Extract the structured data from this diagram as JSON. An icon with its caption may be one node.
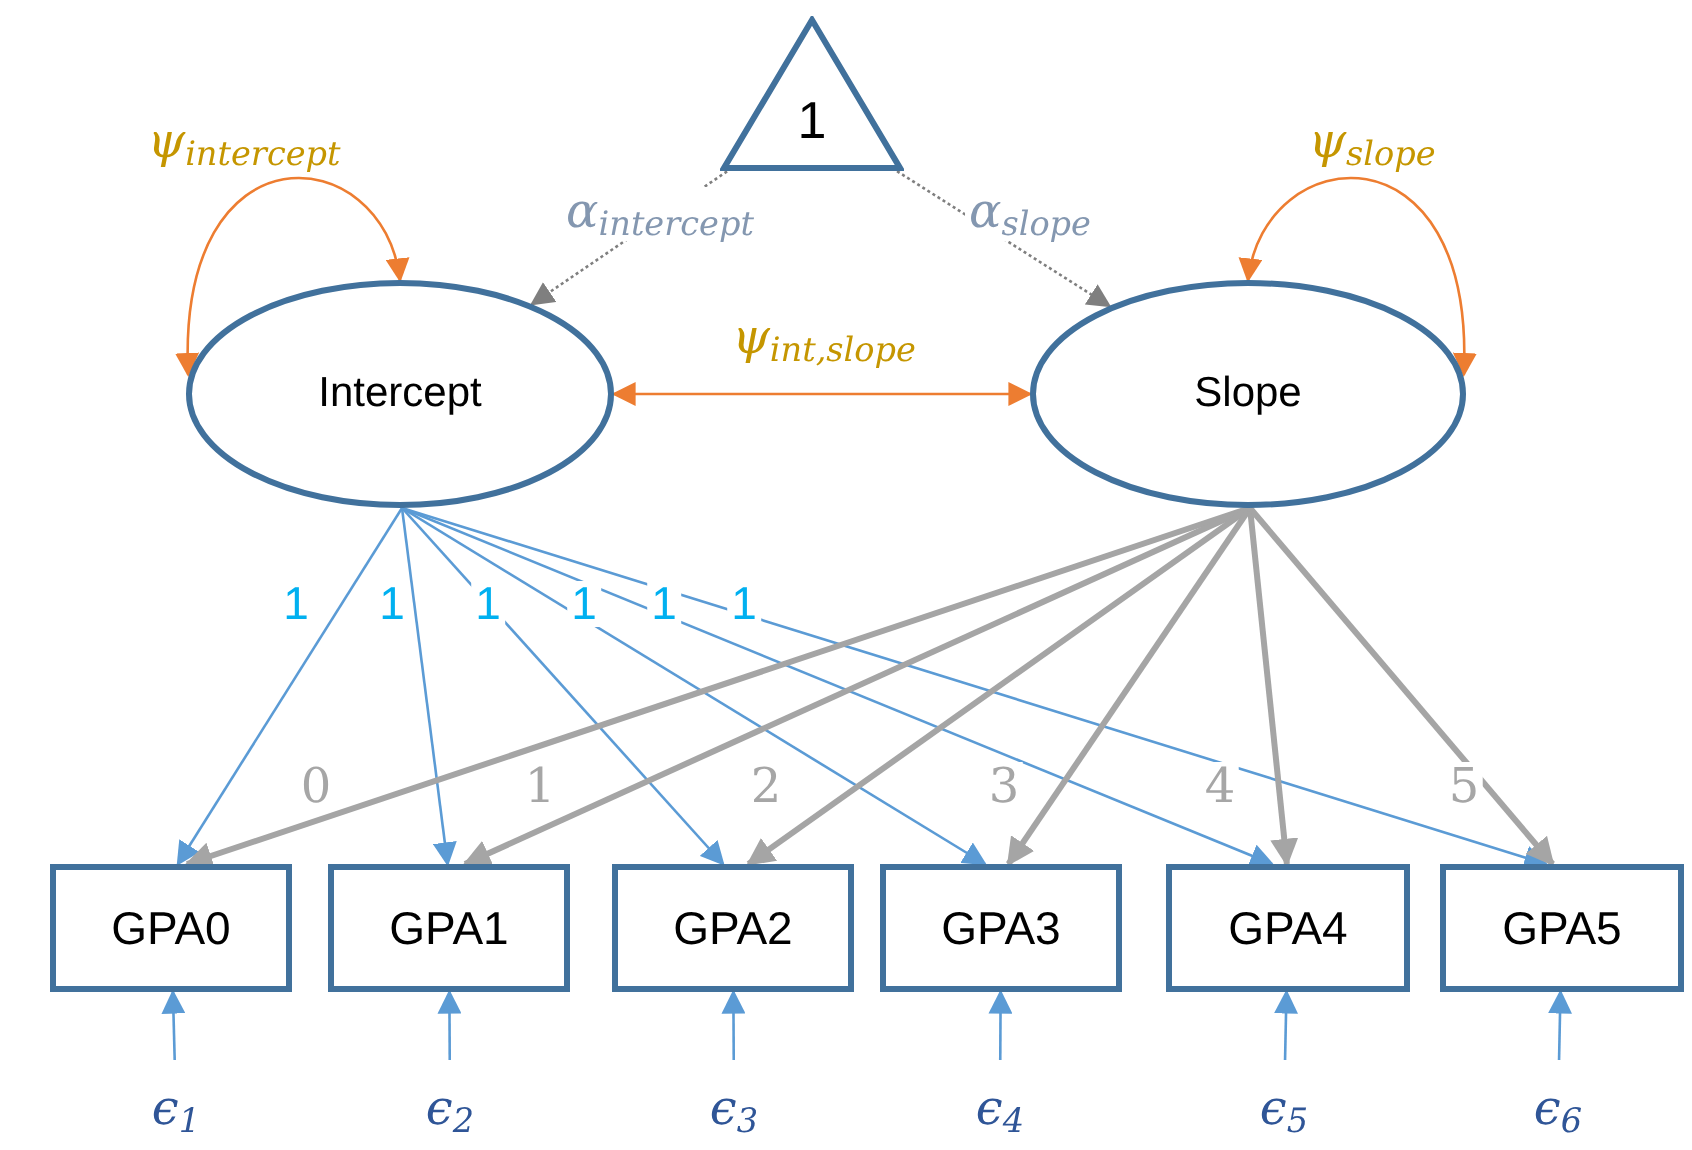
{
  "diagram": {
    "nodes": [
      {
        "text": [
          "1"
        ]
      },
      {
        "text": [
          "Intercept"
        ]
      },
      {
        "text": [
          "Slope"
        ]
      },
      {
        "text": [
          "GPA0"
        ]
      },
      {
        "text": [
          "GPA1"
        ]
      },
      {
        "text": [
          "GPA2"
        ]
      },
      {
        "text": [
          "GPA3"
        ]
      },
      {
        "text": [
          "GPA4"
        ]
      },
      {
        "text": [
          "GPA5"
        ]
      },
      {
        "text": [
          "ϵ$_{1}$"
        ]
      },
      {
        "text": [
          "ϵ$_{2}$"
        ]
      },
      {
        "text": [
          "ϵ$_{3}$"
        ]
      },
      {
        "text": [
          "ϵ$_{4}$"
        ]
      },
      {
        "text": [
          "ϵ$_{5}$"
        ]
      },
      {
        "text": [
          "ϵ$_{6}$"
        ]
      }
    ],
    "edges": [
      {
        "from": 0,
        "to": 1,
        "arrow": "to",
        "label": "α$_{intercept}$",
        "style": "dashed",
        "color": "#7f7f7f"
      },
      {
        "from": 0,
        "to": 2,
        "arrow": "to",
        "label": "α$_{slope}$",
        "style": "dashed",
        "color": "#7f7f7f"
      },
      {
        "from": 1,
        "to": 1,
        "arrow": "both",
        "label": "ψ$_{intercept}$",
        "color": "#ed7d31"
      },
      {
        "from": 2,
        "to": 2,
        "arrow": "both",
        "label": "ψ$_{slope}$",
        "color": "#ed7d31"
      },
      {
        "from": 1,
        "to": 2,
        "arrow": "both",
        "label": "ψ$_{int,slope}$",
        "color": "#ed7d31"
      },
      {
        "from": 1,
        "to": 3,
        "arrow": "to",
        "label": "1"
      },
      {
        "from": 1,
        "to": 4,
        "arrow": "to",
        "label": "1"
      },
      {
        "from": 1,
        "to": 5,
        "arrow": "to",
        "label": "1"
      },
      {
        "from": 1,
        "to": 6,
        "arrow": "to",
        "label": "1"
      },
      {
        "from": 1,
        "to": 7,
        "arrow": "to",
        "label": "1"
      },
      {
        "from": 1,
        "to": 8,
        "arrow": "to",
        "label": "1"
      },
      {
        "from": 2,
        "to": 3,
        "arrow": "to",
        "label": "0",
        "style": "thick",
        "color": "#a5a5a5"
      },
      {
        "from": 2,
        "to": 4,
        "arrow": "to",
        "label": "1",
        "style": "thick",
        "color": "#a5a5a5"
      },
      {
        "from": 2,
        "to": 5,
        "arrow": "to",
        "label": "2",
        "style": "thick",
        "color": "#a5a5a5"
      },
      {
        "from": 2,
        "to": 6,
        "arrow": "to",
        "label": "3",
        "style": "thick",
        "color": "#a5a5a5"
      },
      {
        "from": 2,
        "to": 7,
        "arrow": "to",
        "label": "4",
        "style": "thick",
        "color": "#a5a5a5"
      },
      {
        "from": 2,
        "to": 8,
        "arrow": "to",
        "label": "5",
        "style": "thick",
        "color": "#a5a5a5"
      },
      {
        "from": 9,
        "to": 3,
        "arrow": "to"
      },
      {
        "from": 10,
        "to": 4,
        "arrow": "to"
      },
      {
        "from": 11,
        "to": 5,
        "arrow": "to"
      },
      {
        "from": 12,
        "to": 6,
        "arrow": "to"
      },
      {
        "from": 13,
        "to": 7,
        "arrow": "to"
      },
      {
        "from": 14,
        "to": 8,
        "arrow": "to"
      }
    ]
  }
}
